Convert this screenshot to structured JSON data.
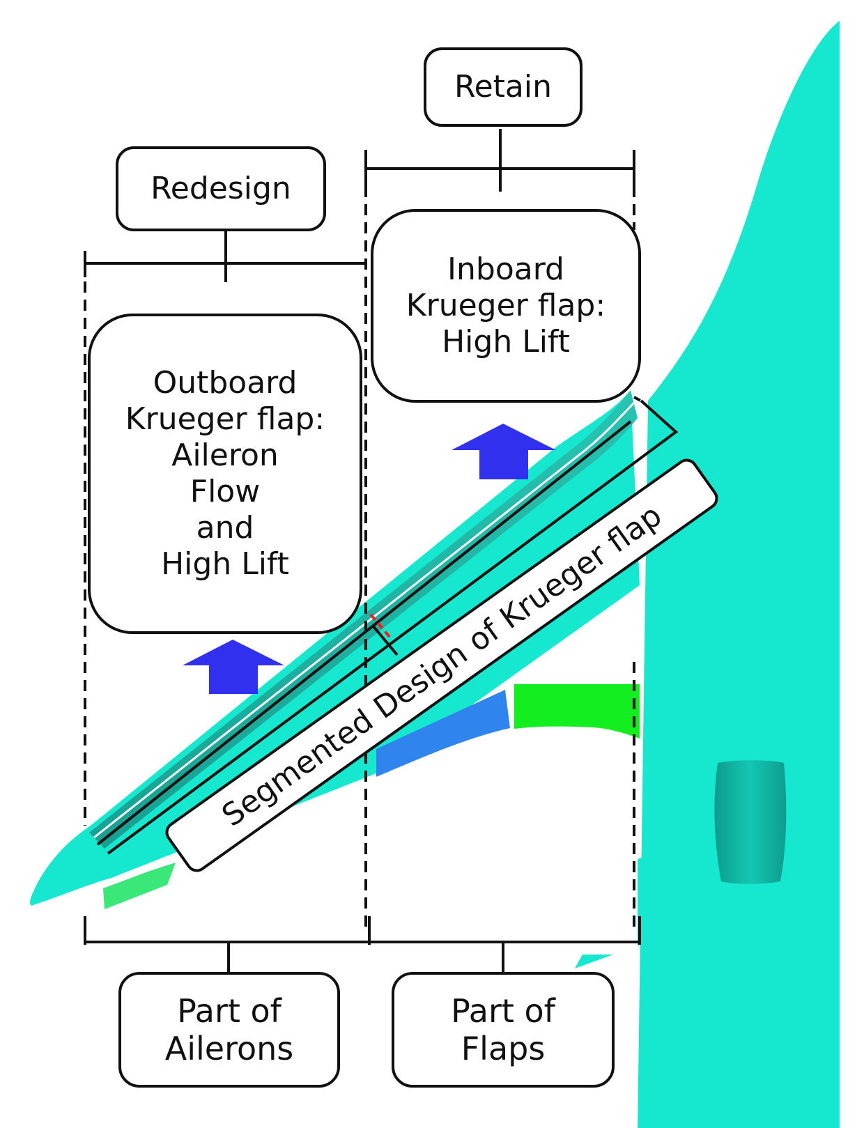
{
  "labels": {
    "retain": "Retain",
    "redesign": "Redesign",
    "inboard": [
      "Inboard",
      "Krueger flap:",
      "High Lift"
    ],
    "outboard": [
      "Outboard",
      "Krueger flap:",
      "Aileron",
      "Flow",
      "and",
      "High Lift"
    ],
    "segmented": "Segmented Design of Krueger flap",
    "ailerons": [
      "Part of",
      "Ailerons"
    ],
    "flaps": [
      "Part of",
      "Flaps"
    ]
  },
  "colors": {
    "surface": "#15e8cf",
    "surface_dark": "#0fb3a2",
    "slat": "#22bfae",
    "aileron_part": "#3ae87a",
    "flap_blue": "#2f84ee",
    "flap_green": "#13ee20",
    "arrow": "#3030ee",
    "marker": "#ff1a1a",
    "line": "#111111"
  }
}
